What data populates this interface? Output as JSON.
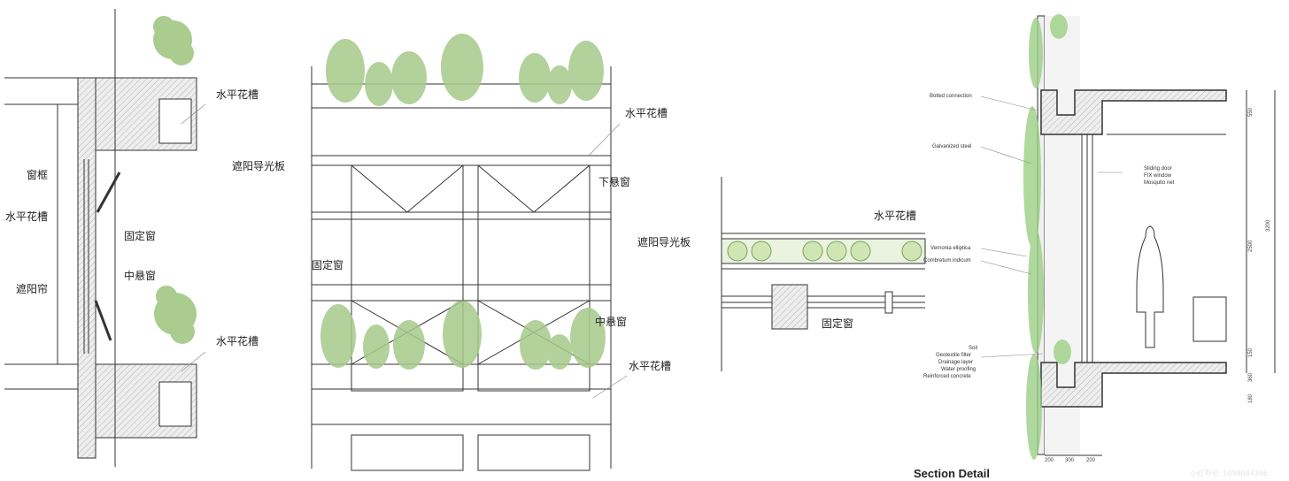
{
  "panel_1": {
    "labels": [
      "水平花槽",
      "窗框",
      "遮阳导光板",
      "水平花槽",
      "固定窗",
      "遮阳帘",
      "中悬窗",
      "水平花槽"
    ]
  },
  "panel_2": {
    "labels": [
      "水平花槽",
      "下悬窗",
      "遮阳导光板",
      "固定窗",
      "中悬窗",
      "水平花槽"
    ]
  },
  "panel_3": {
    "labels": [
      "水平花槽",
      "固定窗"
    ]
  },
  "panel_4": {
    "title": "Section Detail",
    "labels": {
      "bolted": "Bolted connection",
      "steel": "Galvanized steel",
      "sliding": "Sliding door",
      "fix": "FIX window",
      "mosquito": "Mosquito net",
      "vernonia": "Vernonia elliptica",
      "combretum": "Combretum indicum",
      "soil": "Soil",
      "geotextile": "Geotextile filter",
      "drainage": "Drainage layer",
      "waterproof": "Water proofing",
      "concrete": "Reinforced concrete"
    },
    "dimensions": {
      "d550": "550",
      "d2500": "2500",
      "d3200": "3200",
      "d150": "150",
      "d360": "360",
      "d180": "180",
      "w1": "200",
      "w2": "300",
      "w3": "200"
    }
  },
  "watermark": "小红书号: 1098084396",
  "colors": {
    "line": "#333333",
    "plant": "#8fbf6a",
    "planter": "#cfe6b4"
  }
}
